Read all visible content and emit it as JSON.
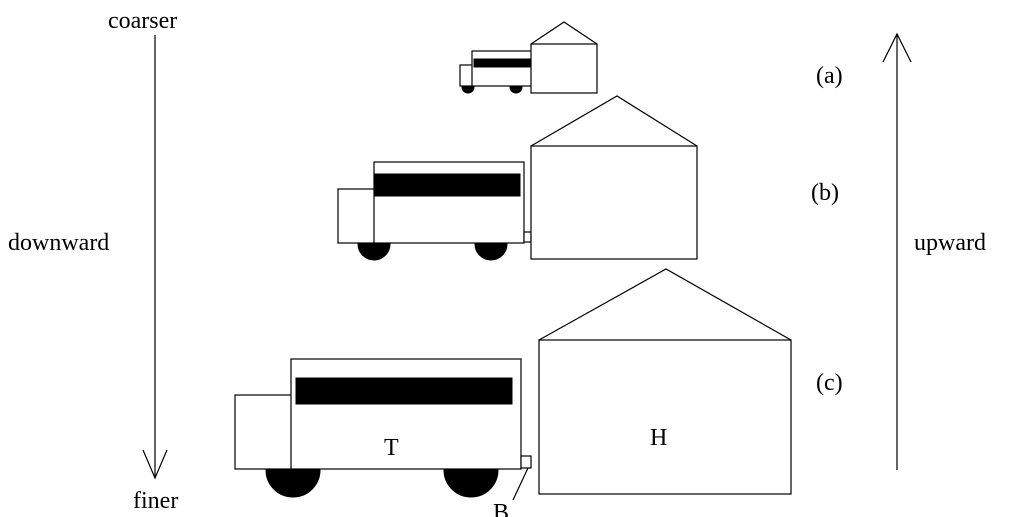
{
  "labels": {
    "coarser": "coarser",
    "finer": "finer",
    "downward": "downward",
    "upward": "upward",
    "a": "(a)",
    "b": "(b)",
    "c": "(c)",
    "truck": "T",
    "house": "H",
    "boundary": "B"
  }
}
